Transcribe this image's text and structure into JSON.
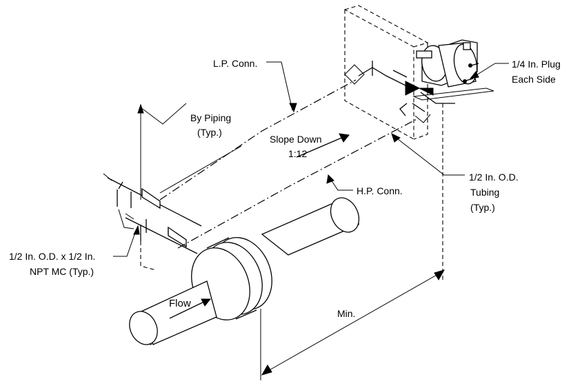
{
  "labels": {
    "lp_conn": "L.P. Conn.",
    "by_piping_line1": "By Piping",
    "by_piping_line2": "(Typ.)",
    "slope_line1": "Slope Down",
    "slope_line2": "1:12",
    "hp_conn": "H.P. Conn.",
    "plug_line1": "1/4 In. Plug",
    "plug_line2": "Each Side",
    "tubing_line1": "1/2 In. O.D.",
    "tubing_line2": "Tubing",
    "tubing_line3": "(Typ.)",
    "mc_line1": "1/2 In. O.D. x 1/2 In.",
    "mc_line2": "NPT MC (Typ.)",
    "flow": "Flow",
    "min": "Min."
  }
}
